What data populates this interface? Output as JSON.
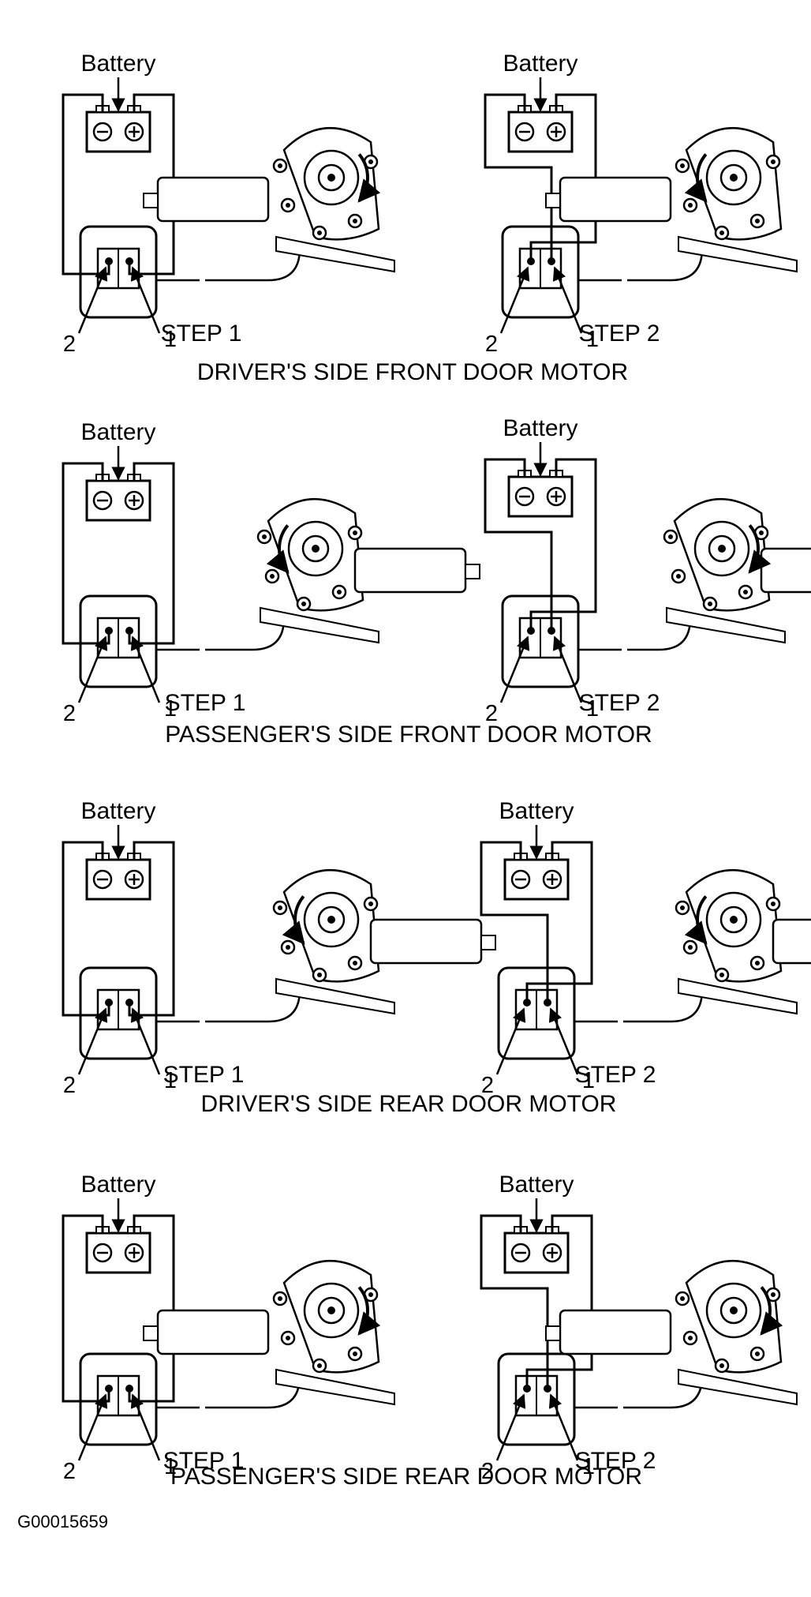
{
  "sections": [
    {
      "title": "DRIVER'S SIDE FRONT DOOR MOTOR",
      "panels": [
        {
          "step": "STEP 1",
          "battery": "Battery",
          "pin_left": "2",
          "pin_right": "1"
        },
        {
          "step": "STEP 2",
          "battery": "Battery",
          "pin_left": "2",
          "pin_right": "1"
        }
      ]
    },
    {
      "title": "PASSENGER'S SIDE FRONT DOOR MOTOR",
      "panels": [
        {
          "step": "STEP 1",
          "battery": "Battery",
          "pin_left": "2",
          "pin_right": "1"
        },
        {
          "step": "STEP 2",
          "battery": "Battery",
          "pin_left": "2",
          "pin_right": "1"
        }
      ]
    },
    {
      "title": "DRIVER'S SIDE REAR DOOR MOTOR",
      "panels": [
        {
          "step": "STEP 1",
          "battery": "Battery",
          "pin_left": "2",
          "pin_right": "1"
        },
        {
          "step": "STEP 2",
          "battery": "Battery",
          "pin_left": "2",
          "pin_right": "1"
        }
      ]
    },
    {
      "title": "PASSENGER'S SIDE REAR DOOR MOTOR",
      "panels": [
        {
          "step": "STEP 1",
          "battery": "Battery",
          "pin_left": "2",
          "pin_right": "1"
        },
        {
          "step": "STEP 2",
          "battery": "Battery",
          "pin_left": "2",
          "pin_right": "1"
        }
      ]
    }
  ],
  "figure_id": "G00015659",
  "colors": {
    "ink": "#000000",
    "paper": "#ffffff"
  }
}
